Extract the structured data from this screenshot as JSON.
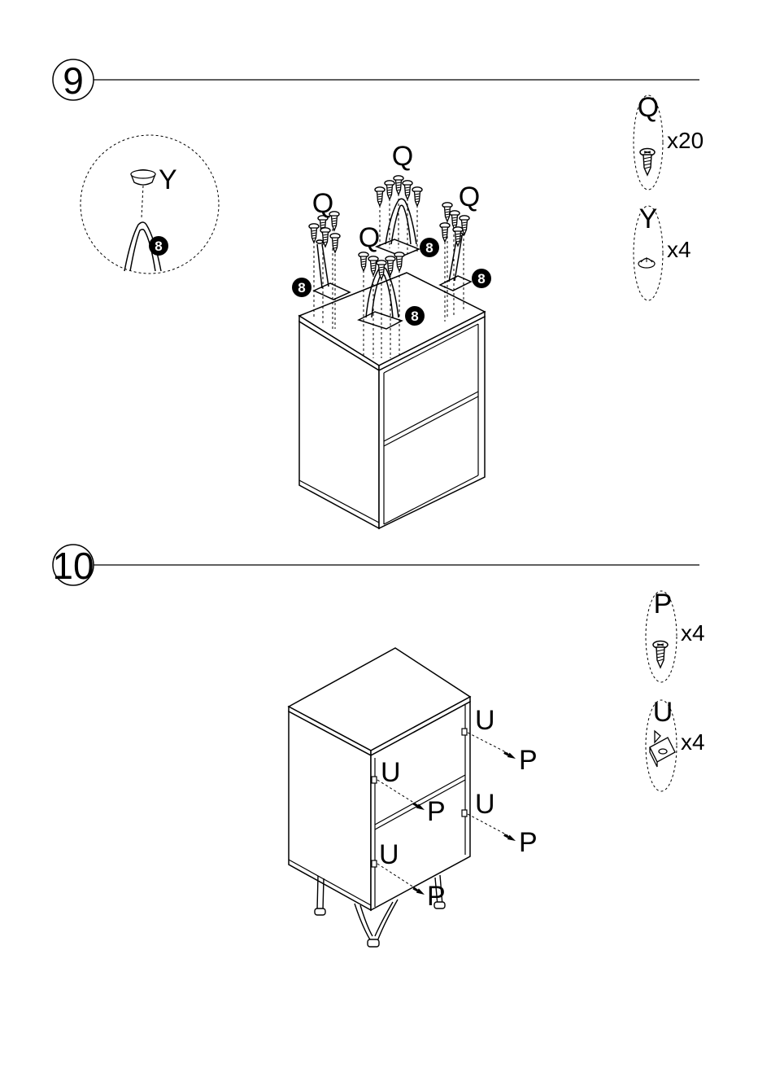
{
  "step9": {
    "number": "9",
    "detail_labels": {
      "knob": "Y",
      "leg_ref": "8"
    },
    "screw_labels": {
      "back": "Q",
      "left": "Q",
      "right": "Q",
      "front": "Q"
    },
    "leg_refs": [
      "8",
      "8",
      "8",
      "8"
    ],
    "parts": [
      {
        "letter": "Q",
        "qty": "x20",
        "icon": "screw-icon"
      },
      {
        "letter": "Y",
        "qty": "x4",
        "icon": "leg-cap-icon"
      }
    ]
  },
  "step10": {
    "number": "10",
    "hinge_labels": [
      "U",
      "U",
      "U",
      "U"
    ],
    "screw_labels": [
      "P",
      "P",
      "P",
      "P"
    ],
    "parts": [
      {
        "letter": "P",
        "qty": "x4",
        "icon": "screw-icon"
      },
      {
        "letter": "U",
        "qty": "x4",
        "icon": "hinge-block-icon"
      }
    ]
  }
}
